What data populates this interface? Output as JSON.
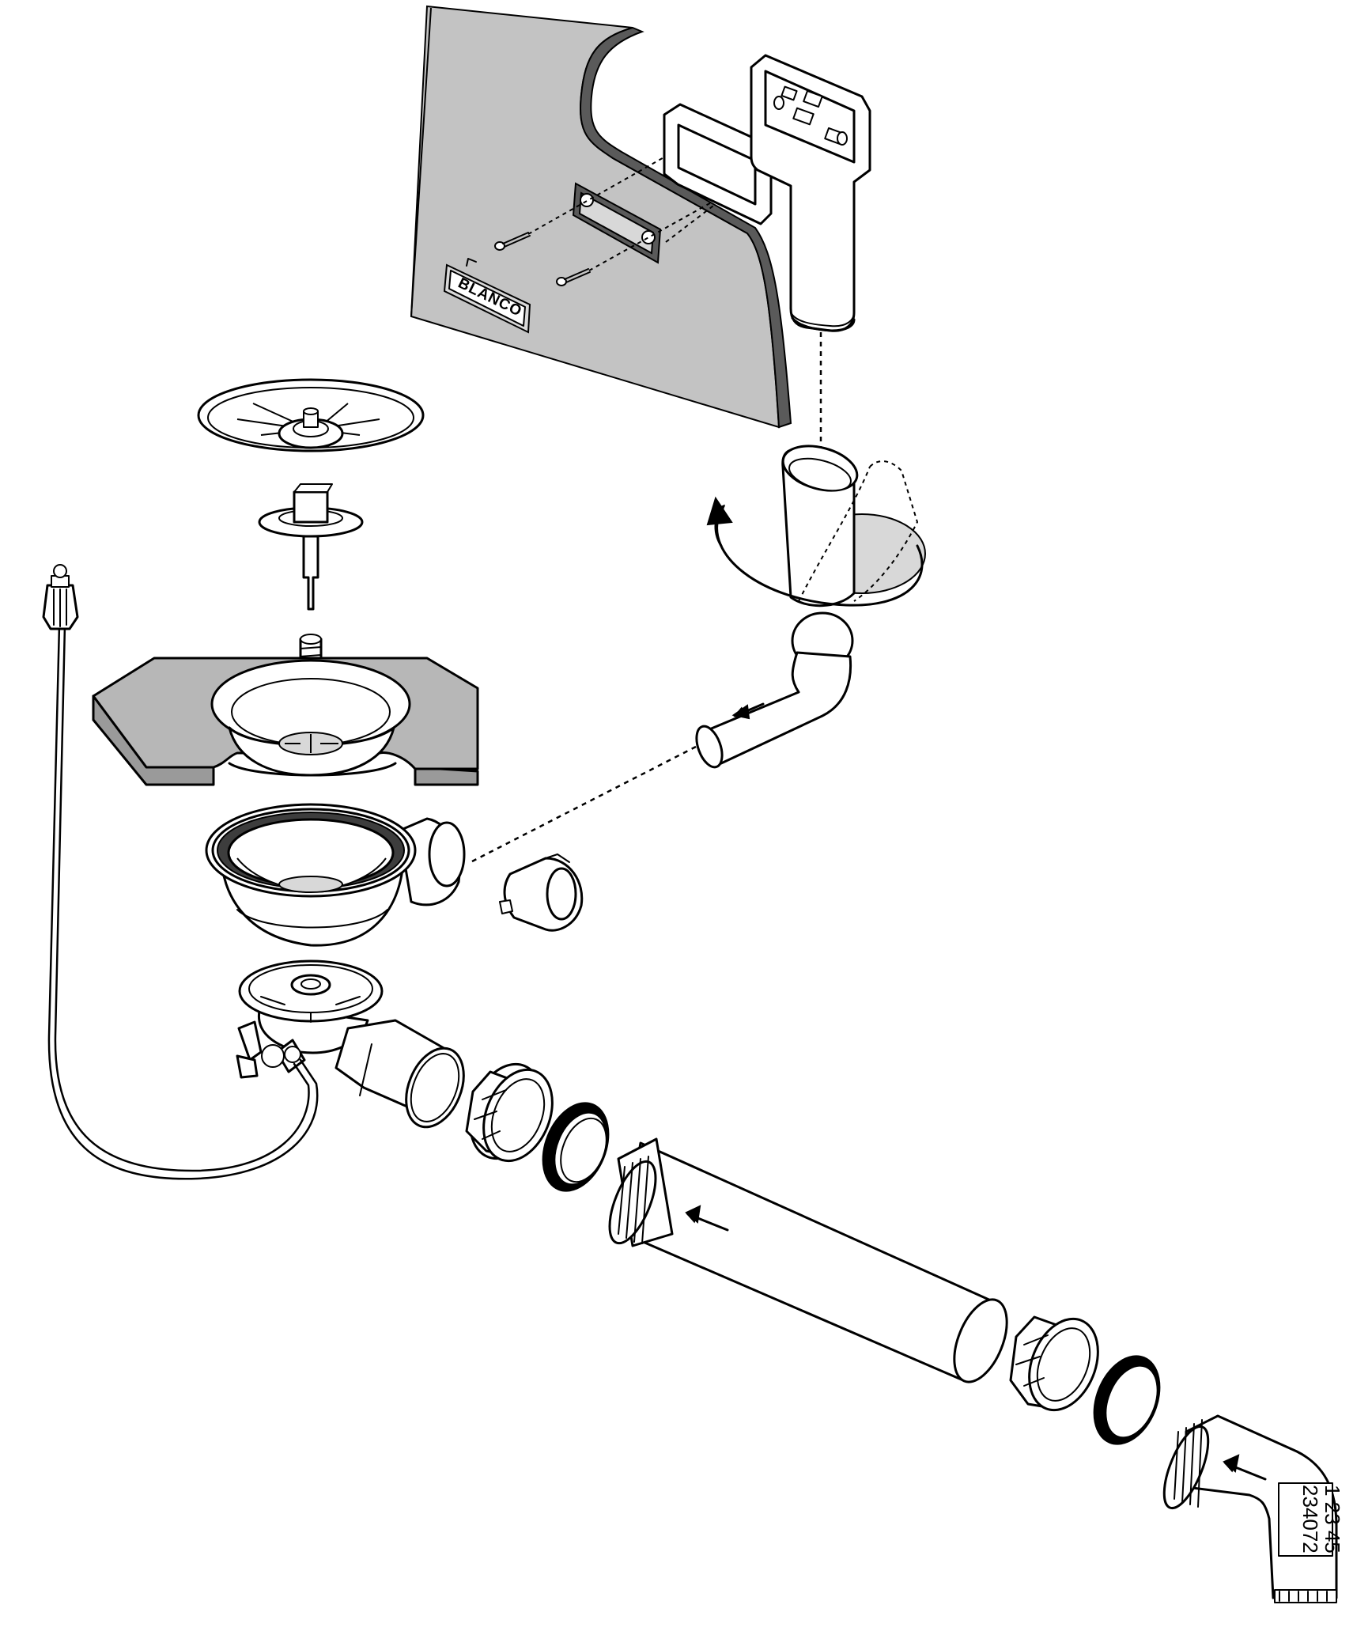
{
  "diagram": {
    "brand_logo": "BLANCO",
    "part_label": {
      "line1": "234072",
      "line2": "1 23 45"
    }
  }
}
